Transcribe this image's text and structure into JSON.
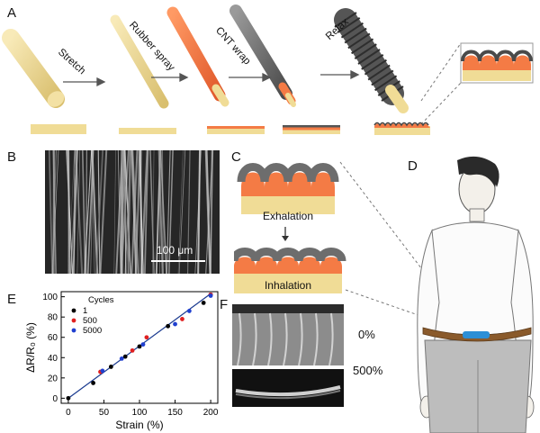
{
  "panels": {
    "a": {
      "label": "A",
      "steps": [
        "Stretch",
        "Rubber spray",
        "CNT wrap",
        "Relax"
      ]
    },
    "b": {
      "label": "B",
      "scale_bar": "100 μm"
    },
    "c": {
      "label": "C",
      "state_top": "Exhalation",
      "state_bottom": "Inhalation"
    },
    "d": {
      "label": "D"
    },
    "e": {
      "label": "E"
    },
    "f": {
      "label": "F",
      "strain_top": "0%",
      "strain_bottom": "500%"
    }
  },
  "colors": {
    "fiber": "#f0dc96",
    "rubber": "#f47b45",
    "cnt": "#6d6d6d",
    "belt": "#8a5a2b",
    "sensor": "#2c8fd6"
  },
  "chart_data": {
    "type": "scatter",
    "xlabel": "Strain (%)",
    "ylabel": "ΔR/R₀ (%)",
    "xlim": [
      -10,
      210
    ],
    "ylim": [
      -5,
      105
    ],
    "xticks": [
      0,
      50,
      100,
      150,
      200
    ],
    "yticks": [
      0,
      20,
      40,
      60,
      80,
      100
    ],
    "legend_title": "Cycles",
    "legend_position": "top-left",
    "fit_line": {
      "x": [
        0,
        200
      ],
      "y": [
        0,
        103
      ]
    },
    "series": [
      {
        "name": "1",
        "color": "#000000",
        "x": [
          0,
          35,
          60,
          80,
          100,
          140,
          190,
          200
        ],
        "y": [
          0,
          15,
          31,
          41,
          51,
          71,
          94,
          102
        ]
      },
      {
        "name": "500",
        "color": "#e02020",
        "x": [
          45,
          90,
          110,
          160,
          200
        ],
        "y": [
          26,
          47,
          60,
          78,
          102
        ]
      },
      {
        "name": "5000",
        "color": "#2040d0",
        "x": [
          48,
          75,
          105,
          150,
          170,
          200
        ],
        "y": [
          27,
          39,
          53,
          73,
          86,
          101
        ]
      }
    ]
  }
}
